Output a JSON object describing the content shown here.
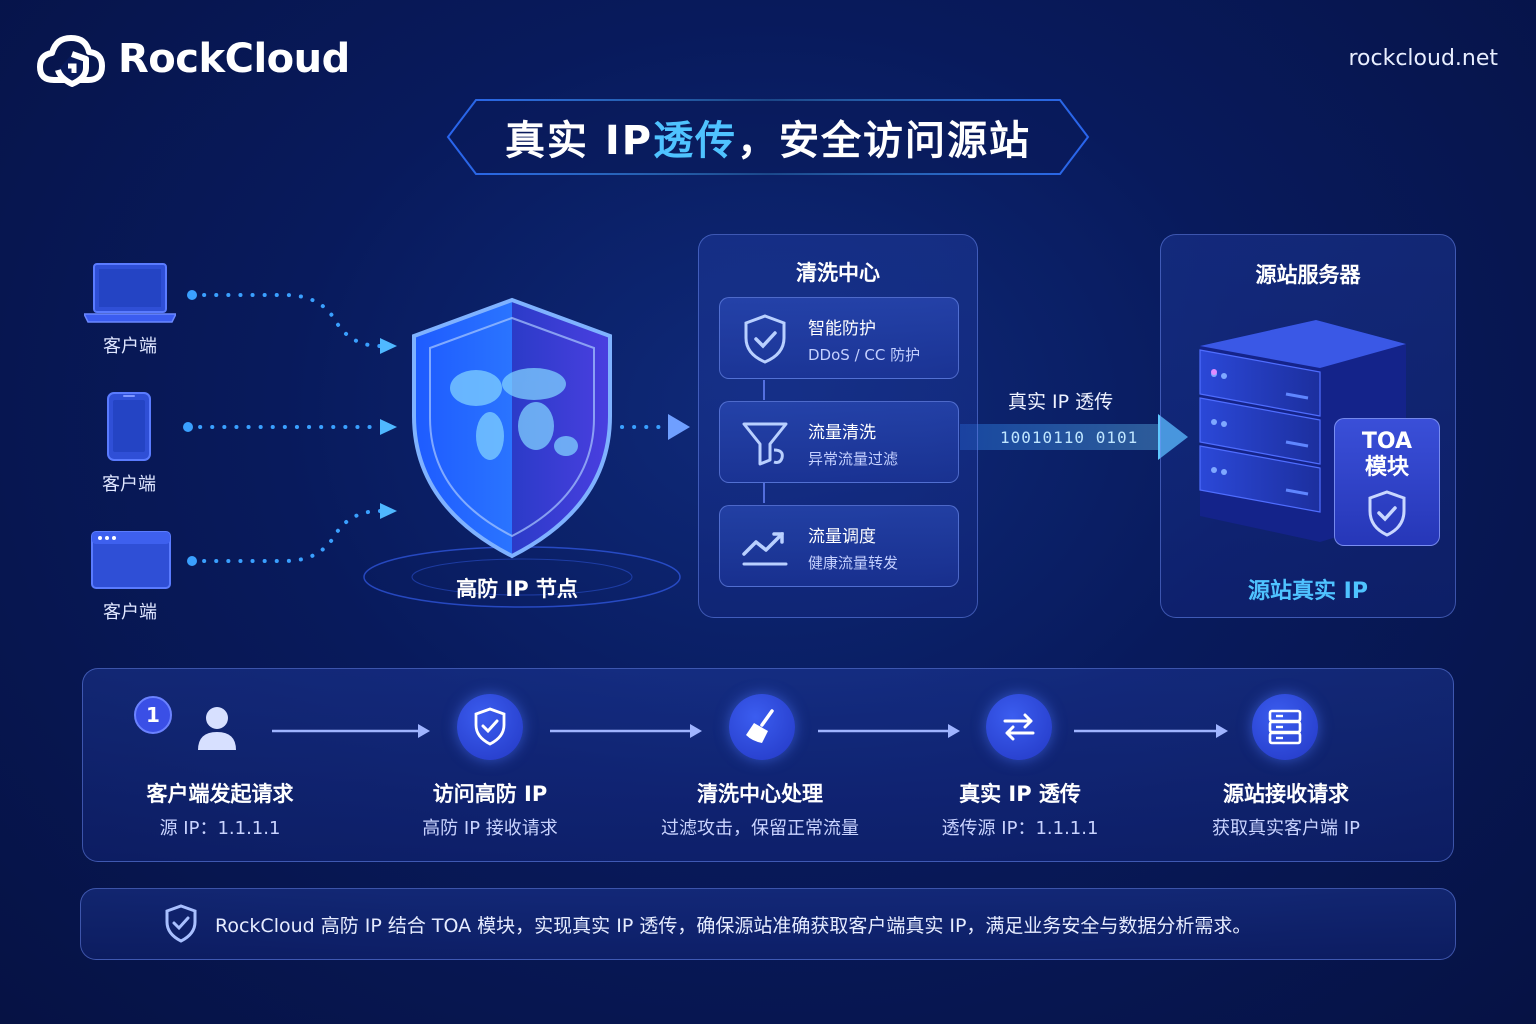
{
  "header": {
    "brand": "RockCloud",
    "url": "rockcloud.net",
    "brand_icon": "cloud-shield-icon"
  },
  "title": {
    "part1": "真实 IP ",
    "highlight": "透传",
    "part2": "，安全访问源站",
    "highlight_color": "#4fc3ff"
  },
  "clients": [
    {
      "label": "客户端",
      "icon": "laptop-icon"
    },
    {
      "label": "客户端",
      "icon": "phone-icon"
    },
    {
      "label": "客户端",
      "icon": "browser-window-icon"
    }
  ],
  "shield_node": {
    "label": "高防 IP 节点",
    "icon": "world-shield-icon"
  },
  "cleaning_center": {
    "title": "清洗中心",
    "features": [
      {
        "title": "智能防护",
        "sub": "DDoS / CC 防护",
        "icon": "shield-check-icon"
      },
      {
        "title": "流量清洗",
        "sub": "异常流量过滤",
        "icon": "filter-icon"
      },
      {
        "title": "流量调度",
        "sub": "健康流量转发",
        "icon": "trend-up-icon"
      }
    ]
  },
  "transfer": {
    "label": "真实 IP 透传",
    "binary": "10010110 0101"
  },
  "origin": {
    "title": "源站服务器",
    "toa_line1": "TOA",
    "toa_line2": "模块",
    "real_ip": "源站真实 IP",
    "icon": "server-rack-icon"
  },
  "steps": [
    {
      "badge": "1",
      "title": "客户端发起请求",
      "sub": "源 IP：1.1.1.1",
      "icon": "user-icon"
    },
    {
      "title": "访问高防 IP",
      "sub": "高防 IP 接收请求",
      "icon": "shield-check-icon"
    },
    {
      "title": "清洗中心处理",
      "sub": "过滤攻击，保留正常流量",
      "icon": "broom-icon"
    },
    {
      "title": "真实 IP 透传",
      "sub": "透传源 IP：1.1.1.1",
      "icon": "swap-arrows-icon"
    },
    {
      "title": "源站接收请求",
      "sub": "获取真实客户端 IP",
      "icon": "server-icon"
    }
  ],
  "footer": {
    "text": "RockCloud 高防 IP 结合 TOA 模块，实现真实 IP 透传，确保源站准确获取客户端真实 IP，满足业务安全与数据分析需求。",
    "icon": "shield-check-icon"
  },
  "colors": {
    "accent": "#4fc3ff",
    "background": "#081a5c",
    "badge": "#3a4fe6"
  }
}
